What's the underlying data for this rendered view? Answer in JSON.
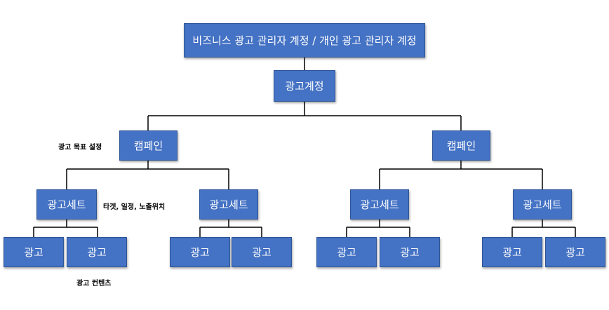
{
  "root": {
    "label": "비즈니스 광고 관리자 계정 / 개인 광고 관리자 계정"
  },
  "account": {
    "label": "광고계정"
  },
  "campaigns": [
    {
      "label": "캠페인",
      "adsets": [
        {
          "label": "광고세트",
          "ads": [
            "광고",
            "광고"
          ]
        },
        {
          "label": "광고세트",
          "ads": [
            "광고",
            "광고"
          ]
        }
      ]
    },
    {
      "label": "캠페인",
      "adsets": [
        {
          "label": "광고세트",
          "ads": [
            "광고",
            "광고"
          ]
        },
        {
          "label": "광고세트",
          "ads": [
            "광고",
            "광고"
          ]
        }
      ]
    }
  ],
  "notes": {
    "campaign": "광고 목표 설정",
    "adset": "타겟, 일정, 노출위치",
    "ad": "광고 컨텐츠"
  }
}
